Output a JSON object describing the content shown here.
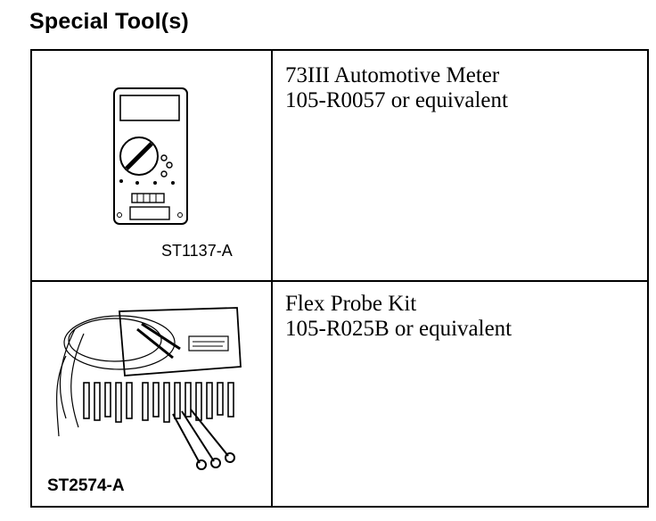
{
  "heading": "Special Tool(s)",
  "tools": [
    {
      "caption": "ST1137-A",
      "name": "73III Automotive Meter",
      "part": "105-R0057 or equivalent",
      "illustration": "multimeter-icon"
    },
    {
      "caption": "ST2574-A",
      "name": "Flex Probe Kit",
      "part": "105-R025B or equivalent",
      "illustration": "probe-kit-icon"
    }
  ]
}
